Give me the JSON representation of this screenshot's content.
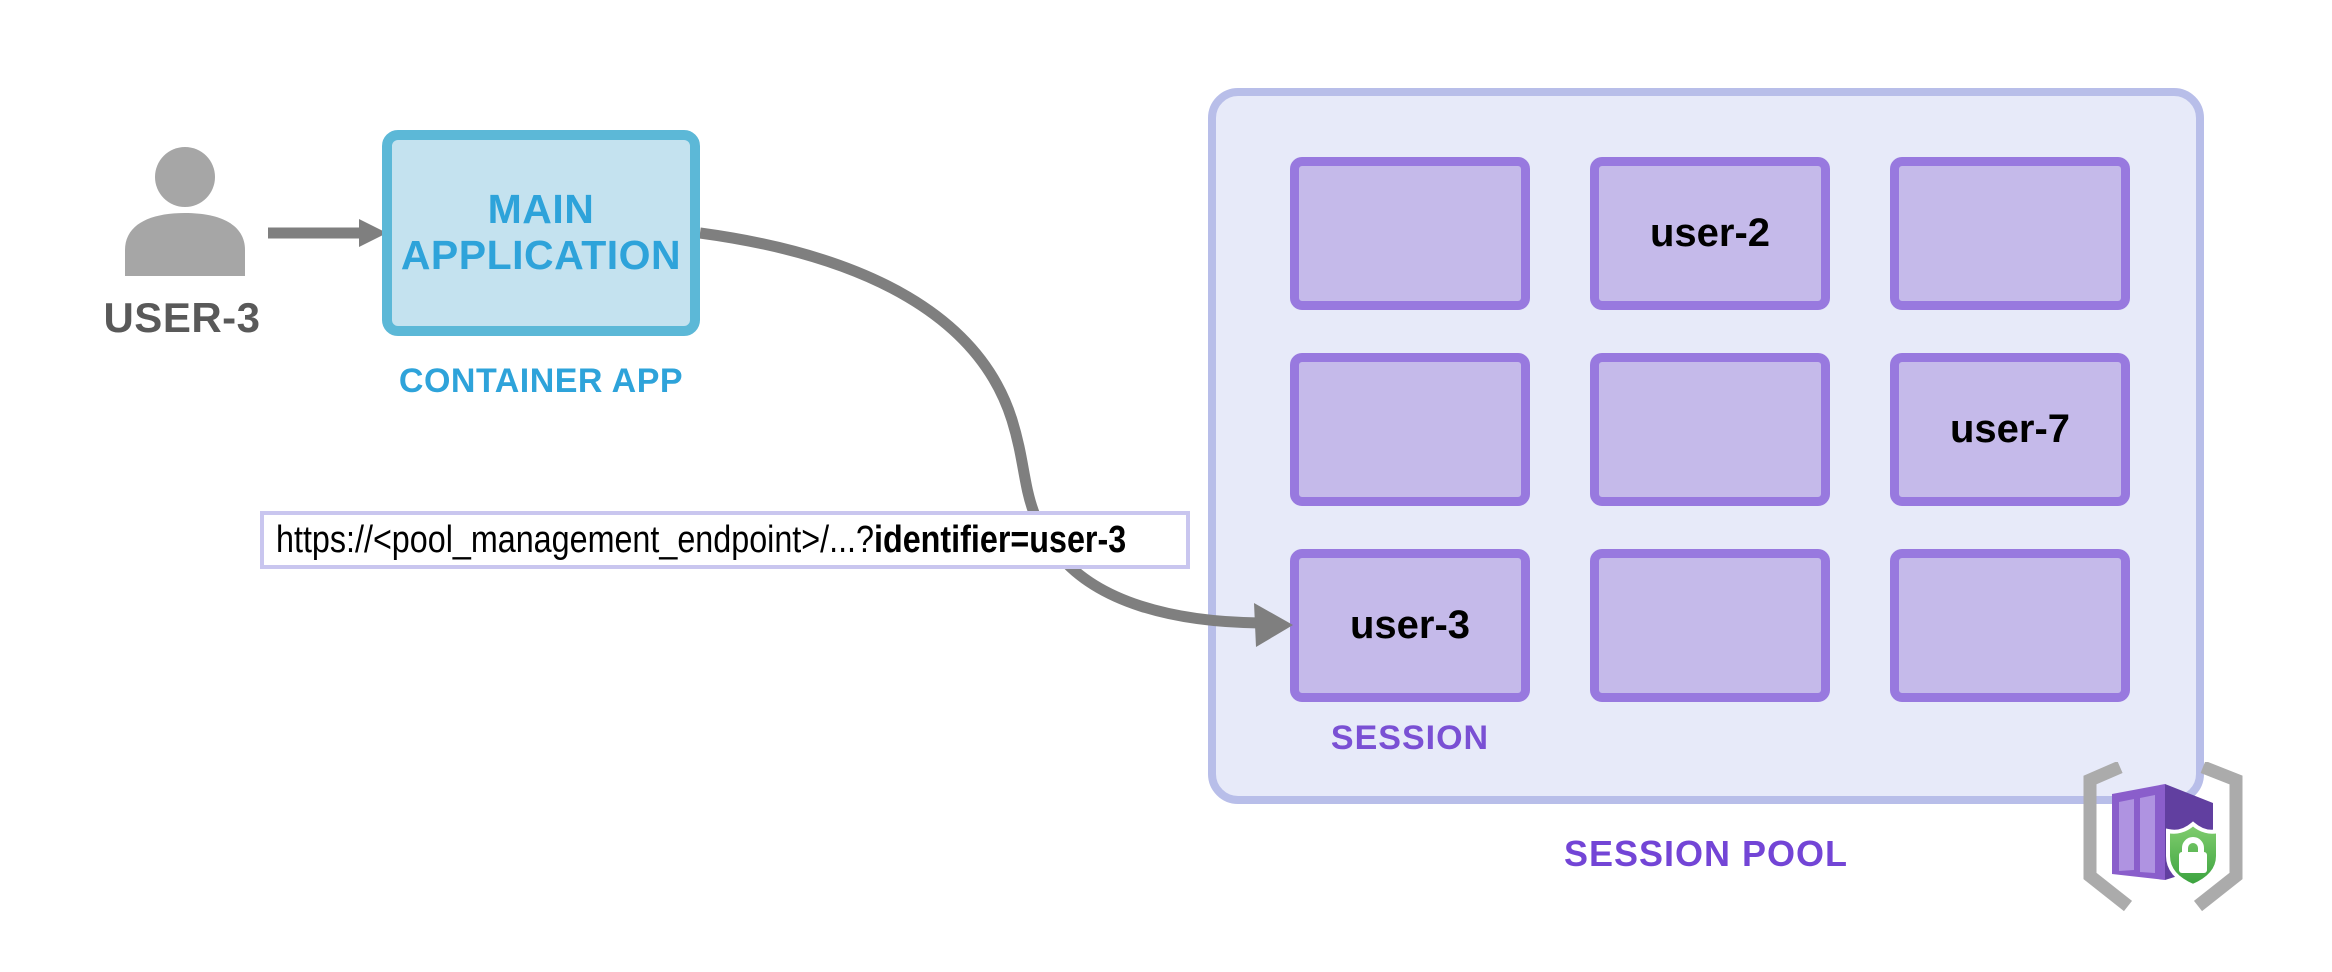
{
  "palette": {
    "app_accent_text": "#2EA3DA",
    "app_box_border": "#5CB8D7",
    "app_box_fill": "#C4E2EF",
    "pool_fill": "#E7EAF9",
    "pool_border": "#B8BEE9",
    "session_box_border": "#9879DF",
    "session_box_fill": "#C5BAEA",
    "purple_caption_text": "#7345D6",
    "user_icon_gray": "#A6A6A6",
    "user_label_gray": "#595959",
    "arrow_gray": "#7F7F7F",
    "url_box_border": "#C9C6EF",
    "url_text_color": "#000000",
    "icon_container_purple": "#8A5ECB",
    "icon_container_side_purple": "#613FA0",
    "icon_shield_green": "#3AA23E",
    "icon_bracket_gray": "#ABABAB"
  },
  "user": {
    "label": "USER-3",
    "icon": "person-icon"
  },
  "container_app": {
    "title_line1": "MAIN",
    "title_line2": "APPLICATION",
    "caption": "CONTAINER APP"
  },
  "request": {
    "url_prefix": "https://<pool_management_endpoint>/...?",
    "url_emphasis": "identifier=user-3"
  },
  "session_pool": {
    "caption": "SESSION POOL",
    "session_caption": "SESSION",
    "sessions": [
      {
        "label": ""
      },
      {
        "label": "user-2"
      },
      {
        "label": ""
      },
      {
        "label": ""
      },
      {
        "label": ""
      },
      {
        "label": "user-7"
      },
      {
        "label": "user-3"
      },
      {
        "label": ""
      },
      {
        "label": ""
      }
    ]
  },
  "icons": {
    "user": "person-icon",
    "arrow_user_to_app": "arrow-right-icon",
    "arrow_app_to_session": "curved-arrow-icon",
    "dynamic_sessions": "container-apps-dynamic-sessions-icon"
  }
}
